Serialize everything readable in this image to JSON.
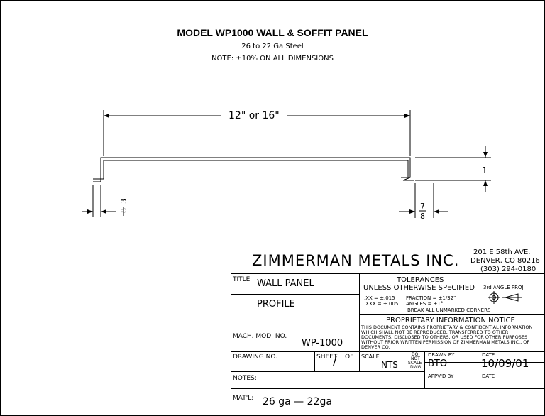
{
  "header": {
    "title": "MODEL WP1000  WALL & SOFFIT PANEL",
    "subtitle": "26 to 22 Ga Steel",
    "note": "NOTE: ±10% ON ALL DIMENSIONS"
  },
  "drawing": {
    "width_dim": "12\" or 16\"",
    "height_dim": "1",
    "left_lip_num": "3",
    "left_lip_den": "8",
    "right_lip_num": "7",
    "right_lip_den": "8"
  },
  "title_block": {
    "company": "ZIMMERMAN METALS INC.",
    "address_1": "201 E 58th AVE.",
    "address_2": "DENVER, CO 80216",
    "phone": "(303) 294-0180",
    "title_label": "TITLE",
    "title_1": "WALL PANEL",
    "title_2": "PROFILE",
    "tol_1": "TOLERANCES",
    "tol_2": "UNLESS OTHERWISE SPECIFIED",
    "tol_xx": ".XX = ±.015",
    "tol_xxx": ".XXX = ±.005",
    "tol_frac": "FRACTION = ±1/32\"",
    "tol_ang": "ANGLES = ±1°",
    "tol_break": "BREAK ALL UNMARKED CORNERS",
    "proj": "3rd ANGLE PROJ.",
    "prop_title": "PROPRIETARY INFORMATION NOTICE",
    "prop_1": "THIS DOCUMENT CONTAINS PROPRIETARY & CONFIDENTIAL INFORMATION",
    "prop_2": "WHICH SHALL NOT BE REPRODUCED, TRANSFERRED TO OTHER",
    "prop_3": "DOCUMENTS, DISCLOSED TO OTHERS, OR USED FOR OTHER PURPOSES",
    "prop_4": "WITHOUT PRIOR WRITTEN PERMISSION OF ZIMMERMAN METALS INC., OF",
    "prop_5": "DENVER CO.",
    "mach_label": "MACH. MOD. NO.",
    "mach_value": "WP-1000",
    "drawing_no_label": "DRAWING NO.",
    "sheet_label": "SHEET",
    "of_label": "OF",
    "sheet_sep": "/",
    "scale_label": "SCALE:",
    "scale_value": "NTS",
    "dns_1": "DO",
    "dns_2": "NOT",
    "dns_3": "SCALE",
    "dns_4": "DWG",
    "drawn_by_label": "DRAWN BY",
    "drawn_by_value": "BTO",
    "date_label": "DATE",
    "date_value": "10/09/01",
    "appvd_label": "APPV'D BY",
    "appvd_date_label": "DATE",
    "notes_label": "NOTES:",
    "matl_label": "MAT'L:",
    "matl_value": "26 ga  —  22ga"
  }
}
